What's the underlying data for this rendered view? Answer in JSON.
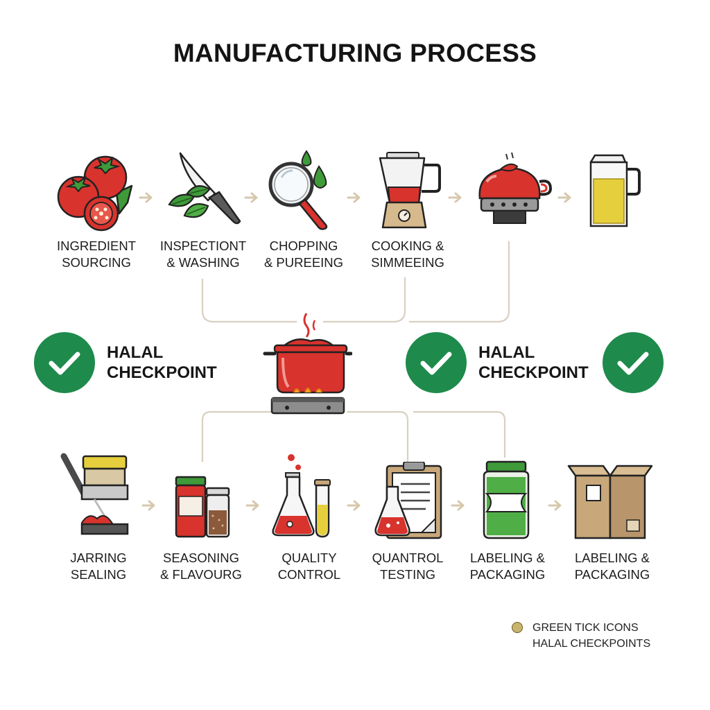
{
  "title": "MANUFACTURING PROCESS",
  "colors": {
    "connector": "#d8d0c0",
    "arrow": "#d7c8ad",
    "check_green": "#1e8a4c",
    "tomato_red": "#d8332d",
    "leaf_green": "#3f9a3a",
    "oil_yellow": "#e6cf3d",
    "cardboard": "#c8a77a",
    "legend_dot": "#c9b46c"
  },
  "top_row": [
    {
      "icon": "tomatoes-icon",
      "lines": [
        "INGREDIENT",
        "SOURCING"
      ]
    },
    {
      "icon": "knife-basil-icon",
      "lines": [
        "INSPECTIONT",
        "& WASHING"
      ]
    },
    {
      "icon": "magnifier-drops-icon",
      "lines": [
        "CHOPPING",
        "& PUREEING"
      ]
    },
    {
      "icon": "blender-icon",
      "lines": [
        "COOKING &",
        "SIMMEEING"
      ]
    },
    {
      "icon": "kettle-stove-icon",
      "lines": []
    },
    {
      "icon": "oil-jug-icon",
      "lines": []
    }
  ],
  "center": {
    "icon": "cooking-pot-icon"
  },
  "checkpoints": [
    {
      "icon": "green-check-icon",
      "lines": [
        "HALAL",
        "CHECKPOINT"
      ]
    },
    {
      "icon": "green-check-icon",
      "lines": [
        "HALAL",
        "CHECKPOINT"
      ]
    },
    {
      "icon": "green-check-icon",
      "lines": []
    }
  ],
  "bottom_row": [
    {
      "icon": "jar-press-icon",
      "lines": [
        "JARRING",
        "SEALING"
      ]
    },
    {
      "icon": "seasoning-jars-icon",
      "lines": [
        "SEASONING",
        "& FLAVOURG"
      ]
    },
    {
      "icon": "lab-flasks-icon",
      "lines": [
        "QUALITY",
        "CONTROL"
      ]
    },
    {
      "icon": "clipboard-flask-icon",
      "lines": [
        "QUANTROL",
        "TESTING"
      ]
    },
    {
      "icon": "labeled-jar-icon",
      "lines": [
        "LABELING &",
        "PACKAGING"
      ]
    },
    {
      "icon": "cardboard-box-icon",
      "lines": [
        "LABELING &",
        "PACKAGING"
      ]
    }
  ],
  "legend": {
    "lines": [
      "GREEN TICK ICONS",
      "HALAL CHECKPOINTS"
    ]
  }
}
